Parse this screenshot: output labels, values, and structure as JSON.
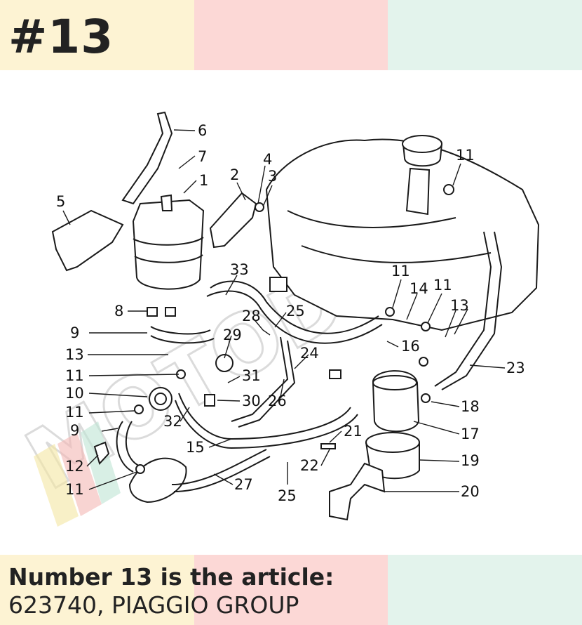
{
  "header": {
    "number": "#13"
  },
  "footer": {
    "line1": "Number 13 is the article:",
    "line2": "623740, PIAGGIO GROUP"
  },
  "watermark": {
    "text": "MOTODIVA"
  },
  "colors": {
    "band_yellow": "#fdf3d3",
    "band_pink": "#fcd8d6",
    "band_green": "#e3f3ec"
  },
  "callouts": [
    "6",
    "7",
    "1",
    "5",
    "2",
    "4",
    "3",
    "11",
    "33",
    "11",
    "14",
    "11",
    "13",
    "8",
    "28",
    "25",
    "9",
    "29",
    "24",
    "16",
    "23",
    "13",
    "11",
    "31",
    "10",
    "30",
    "26",
    "18",
    "11",
    "32",
    "17",
    "9",
    "15",
    "21",
    "19",
    "12",
    "22",
    "11",
    "27",
    "25",
    "20"
  ]
}
